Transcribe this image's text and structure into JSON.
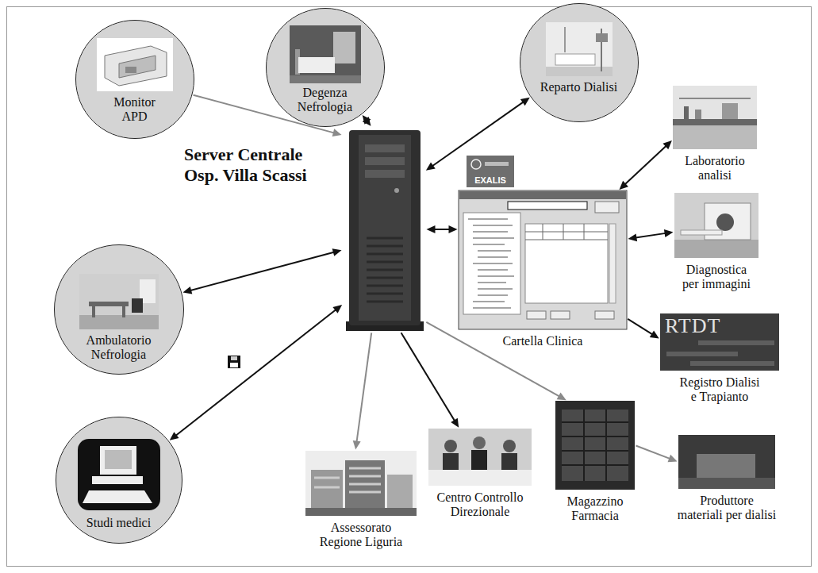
{
  "diagram": {
    "nodes": [
      {
        "text": [
          "Monitor APD"
        ]
      },
      {
        "text": [
          "Degenza Nefrologia"
        ]
      },
      {
        "text": [
          "Reparto Dialisi"
        ]
      },
      {
        "text": [
          "Laboratorio analisi"
        ]
      },
      {
        "text": [
          "Server Centrale Osp. Villa Scassi"
        ]
      },
      {
        "text": [
          "Cartella Clinica"
        ]
      },
      {
        "text": [
          "Diagnostica per immagini"
        ]
      },
      {
        "text": [
          "Ambulatorio Nefrologia"
        ]
      },
      {
        "text": [
          "Registro Dialisi e Trapianto"
        ]
      },
      {
        "text": [
          "Studi medici"
        ]
      },
      {
        "text": [
          "Assessorato Regione Liguria"
        ]
      },
      {
        "text": [
          "Centro Controllo Direzionale"
        ]
      },
      {
        "text": [
          "Magazzino Farmacia"
        ]
      },
      {
        "text": [
          "Produttore materiali per dialisi"
        ]
      }
    ],
    "edges": [
      {
        "from": 0,
        "to": 4,
        "arrow": "to"
      },
      {
        "from": 1,
        "to": 4,
        "arrow": "both"
      },
      {
        "from": 4,
        "to": 2,
        "arrow": "both"
      },
      {
        "from": 7,
        "to": 4,
        "arrow": "both"
      },
      {
        "from": 9,
        "to": 4,
        "arrow": "both"
      },
      {
        "from": 4,
        "to": 10,
        "arrow": "to"
      },
      {
        "from": 4,
        "to": 11,
        "arrow": "to"
      },
      {
        "from": 4,
        "to": 12,
        "arrow": "to"
      },
      {
        "from": 12,
        "to": 13,
        "arrow": "to"
      },
      {
        "from": 4,
        "to": 5,
        "arrow": "both"
      },
      {
        "from": 5,
        "to": 3,
        "arrow": "both"
      },
      {
        "from": 5,
        "to": 6,
        "arrow": "both"
      },
      {
        "from": 5,
        "to": 8,
        "arrow": "to"
      }
    ],
    "labels": [
      "EXALIS",
      "RTDT"
    ]
  }
}
